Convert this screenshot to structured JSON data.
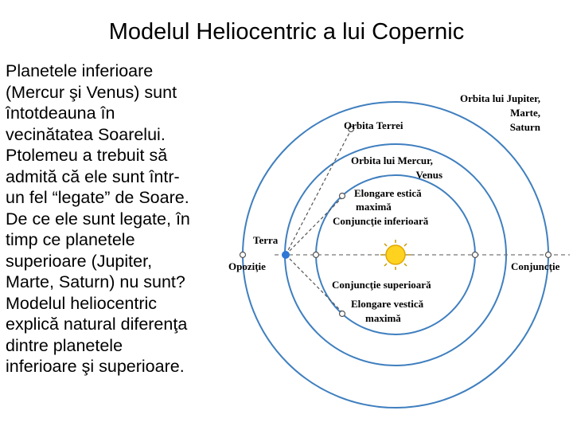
{
  "slide": {
    "title": "Modelul Heliocentric a lui Copernic",
    "body_lines": [
      "Planetele inferioare",
      "(Mercur şi Venus) sunt",
      "întotdeauna în",
      "vecinătatea Soarelui.",
      "Ptolemeu a trebuit să",
      "admită că ele sunt într-",
      "un fel “legate” de Soare.",
      "De ce ele sunt legate, în",
      "timp ce planetele",
      "superioare (Jupiter,",
      "Marte, Saturn) nu sunt?",
      "Modelul heliocentric",
      "explică  natural diferenţa",
      "dintre planetele",
      "inferioare şi superioare."
    ]
  },
  "diagram": {
    "orbit_color": "#3f7fbf",
    "earth_color": "#2f78d6",
    "sun_color": "#ffd21f",
    "labels": {
      "orbita_jupiter_1": "Orbita lui Jupiter,",
      "orbita_jupiter_2": "Marte,",
      "orbita_jupiter_3": "Saturn",
      "orbita_terrei": "Orbita Terrei",
      "orbita_mercur_1": "Orbita lui Mercur,",
      "orbita_mercur_2": "Venus",
      "elongare_estica_1": "Elongare estică",
      "elongare_estica_2": "maximă",
      "conjunctie_inferioara": "Conjuncţie inferioară",
      "terra": "Terra",
      "opozitie": "Opoziţie",
      "conjunctie": "Conjuncţie",
      "conjunctie_superioara": "Conjuncţie superioară",
      "elongare_vestica_1": "Elongare vestică",
      "elongare_vestica_2": "maximă"
    }
  }
}
